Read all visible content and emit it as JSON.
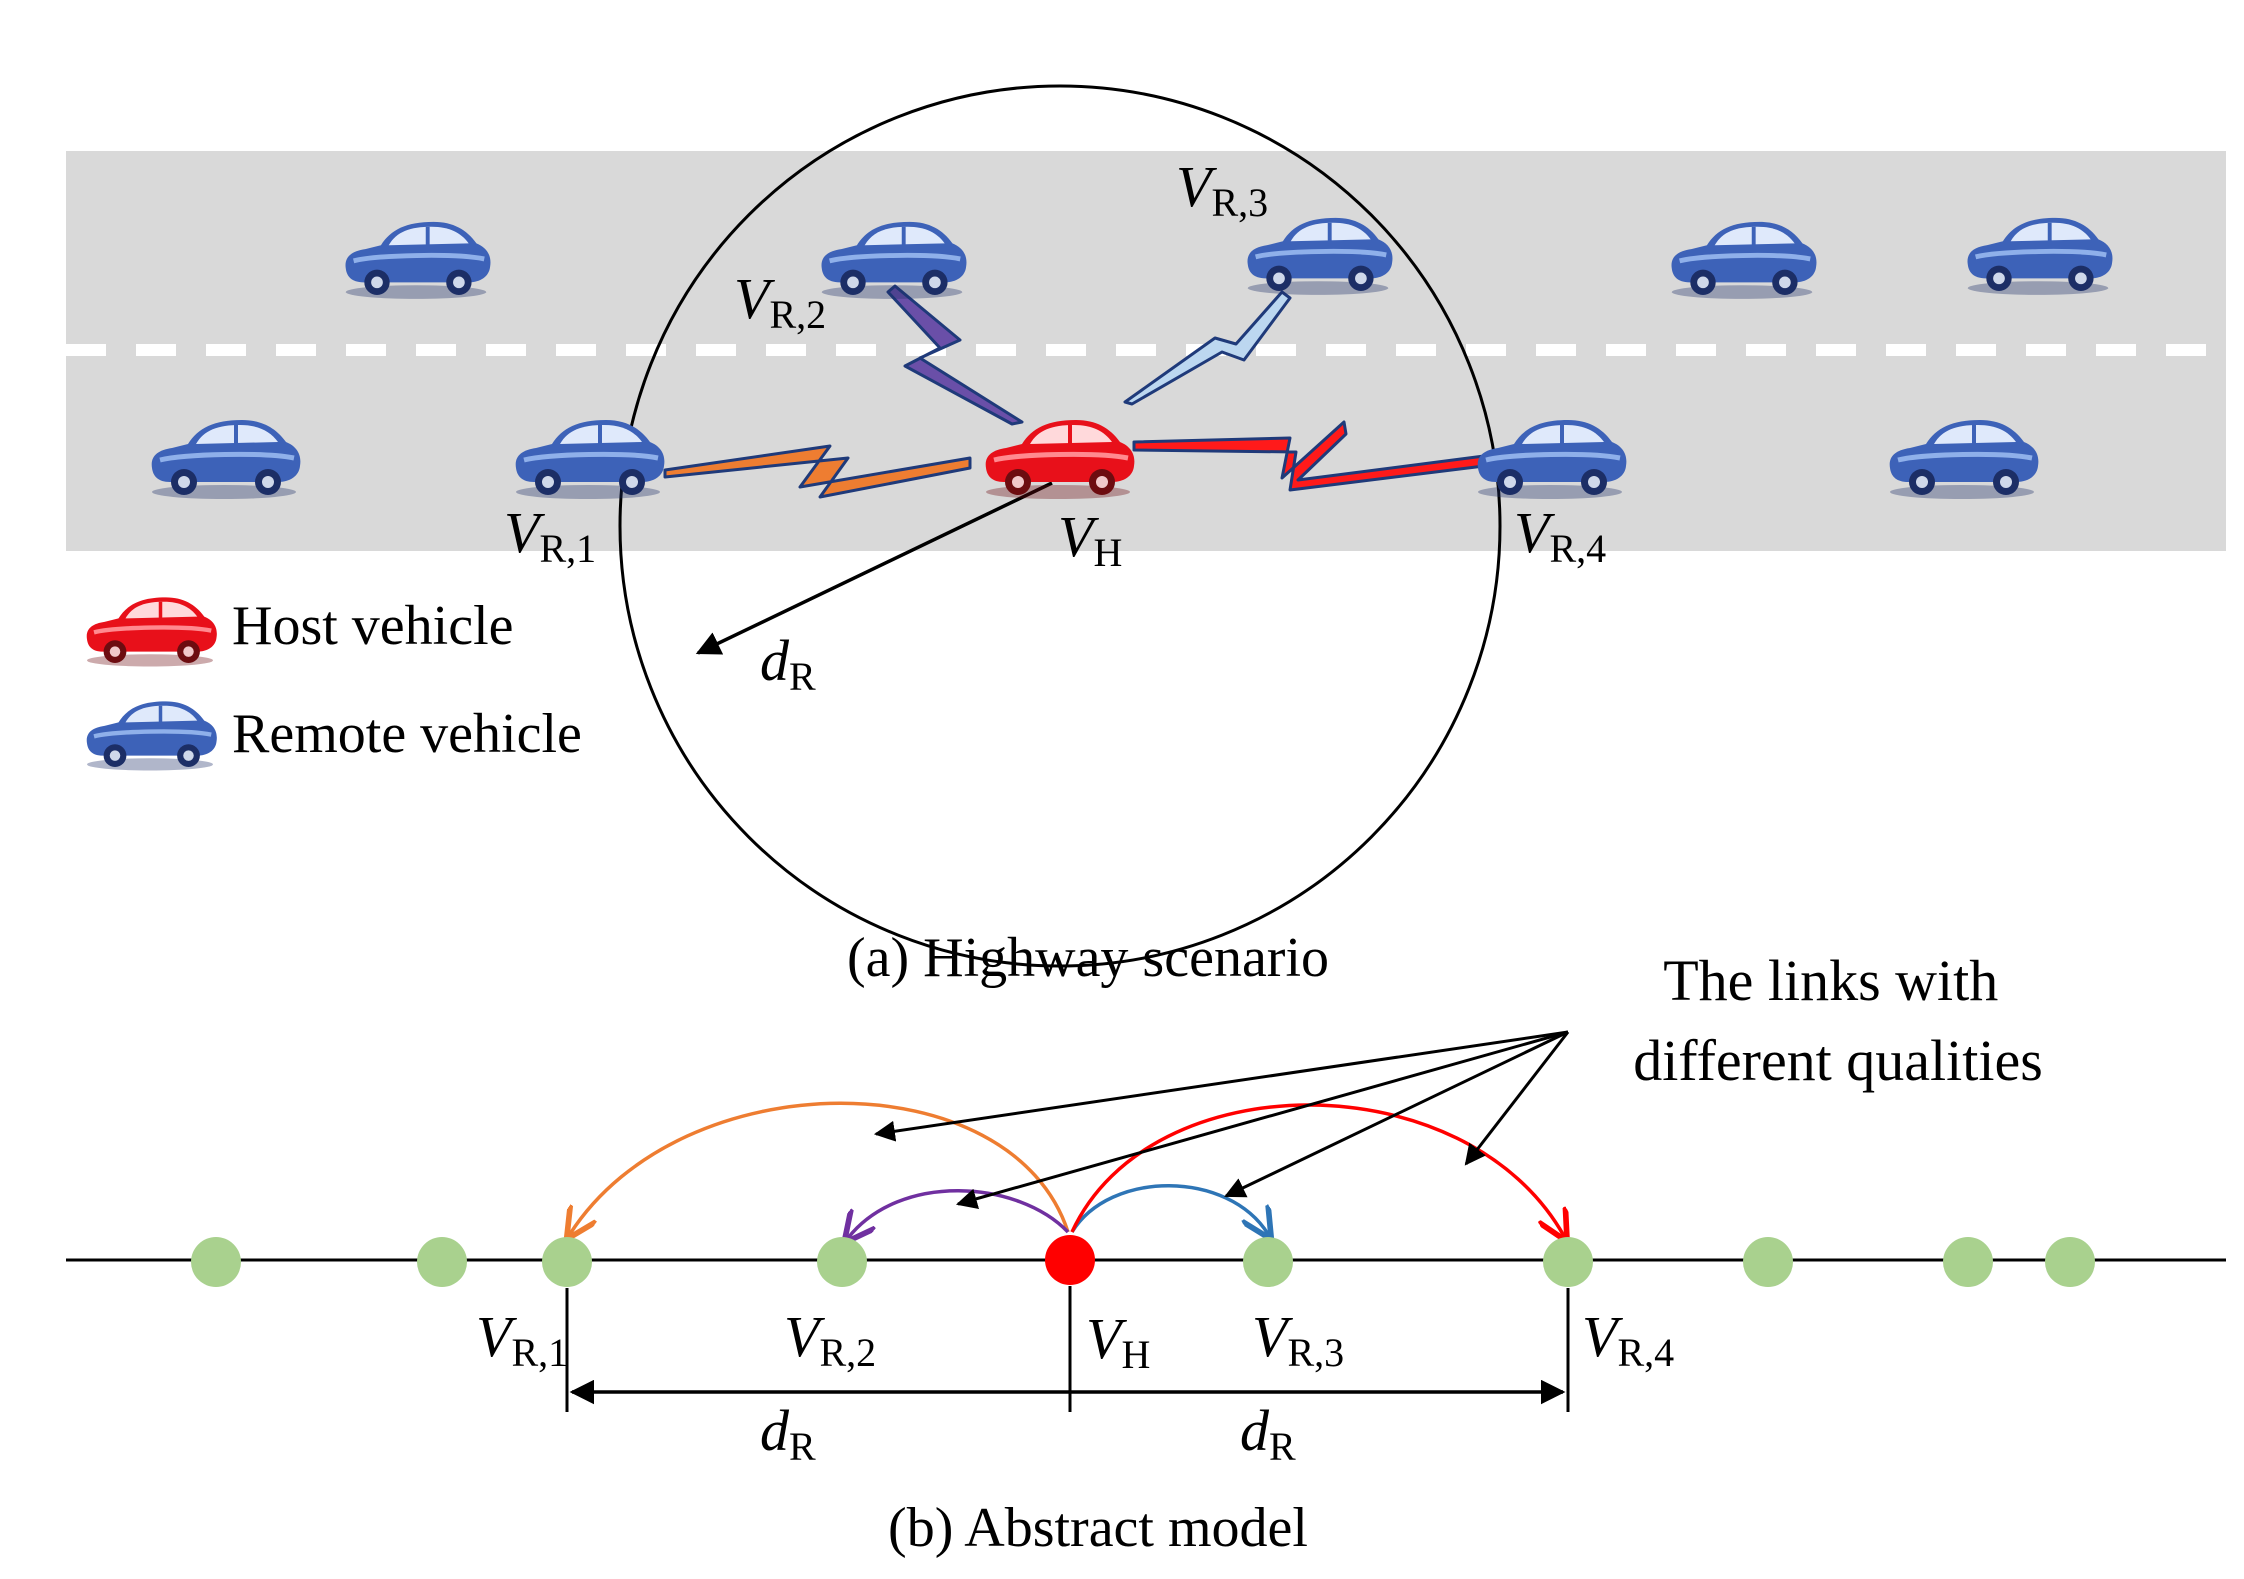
{
  "panel_a": {
    "caption": "(a) Highway scenario",
    "legend": {
      "host": "Host vehicle",
      "remote": "Remote vehicle"
    },
    "labels": {
      "vr1": {
        "main": "V",
        "sub": "R,1"
      },
      "vr2": {
        "main": "V",
        "sub": "R,2"
      },
      "vr3": {
        "main": "V",
        "sub": "R,3"
      },
      "vr4": {
        "main": "V",
        "sub": "R,4"
      },
      "vh": {
        "main": "V",
        "sub": "H"
      },
      "dr": {
        "main": "d",
        "sub": "R"
      }
    }
  },
  "panel_b": {
    "caption": "(b) Abstract model",
    "annotation": [
      "The links with",
      "different qualities"
    ],
    "labels": {
      "vr1": {
        "main": "V",
        "sub": "R,1"
      },
      "vr2": {
        "main": "V",
        "sub": "R,2"
      },
      "vh": {
        "main": "V",
        "sub": "H"
      },
      "vr3": {
        "main": "V",
        "sub": "R,3"
      },
      "vr4": {
        "main": "V",
        "sub": "R,4"
      },
      "dr_left": {
        "main": "d",
        "sub": "R"
      },
      "dr_right": {
        "main": "d",
        "sub": "R"
      }
    }
  },
  "colors": {
    "road": "#d9d9d9",
    "lane_marking": "#ffffff",
    "host_car": "#e8101a",
    "remote_car": "#3d62b8",
    "node_remote": "#a9d18e",
    "node_host": "#ff0000",
    "link_vr1": "#ee7d31",
    "link_vr2": "#7030a0",
    "link_vr3": "#2e75b6",
    "link_vr4": "#ff0000",
    "bolt_vr2": "#6a4fa8",
    "bolt_vr3": "#bcd7f0"
  },
  "icons": {
    "car": "car-icon",
    "link": "lightning-link-icon"
  }
}
